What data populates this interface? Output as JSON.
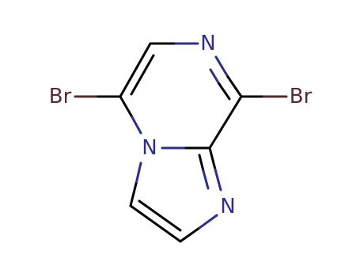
{
  "molecule": {
    "colors": {
      "carbon_bond": "#000000",
      "nitrogen": "#2e2d91",
      "bromine": "#5a2a2a",
      "background": "#ffffff"
    },
    "atoms": [
      {
        "id": "N7",
        "label": "N",
        "element": "N"
      },
      {
        "id": "N4",
        "label": "N",
        "element": "N"
      },
      {
        "id": "N1",
        "label": "N",
        "element": "N"
      },
      {
        "id": "Br5",
        "label": "Br",
        "element": "Br"
      },
      {
        "id": "Br8",
        "label": "Br",
        "element": "Br"
      }
    ]
  }
}
